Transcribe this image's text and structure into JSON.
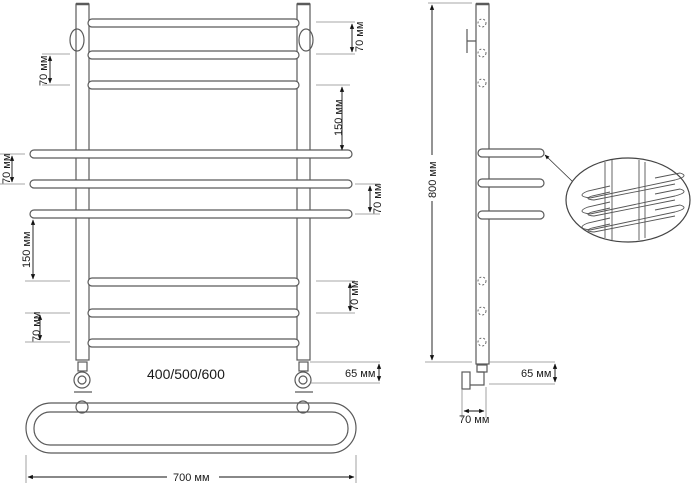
{
  "front_view": {
    "dim_top_right": "70 мм",
    "dim_top_left": "70 мм",
    "dim_150_right": "150 мм",
    "dim_mid_left": "70 мм",
    "dim_mid_right": "70 мм",
    "dim_150_left": "150 мм",
    "dim_low_right": "70 мм",
    "dim_low_left": "70 мм",
    "center_distance": "400/500/600",
    "connection_height": "65 мм",
    "total_width": "700 мм"
  },
  "side_view": {
    "total_height": "800 мм",
    "connection_height": "65 мм",
    "wall_offset": "70 мм"
  },
  "colors": {
    "line": "#5a5a5a",
    "dim_line": "#8a8a8a",
    "text": "#1a1a1a"
  }
}
